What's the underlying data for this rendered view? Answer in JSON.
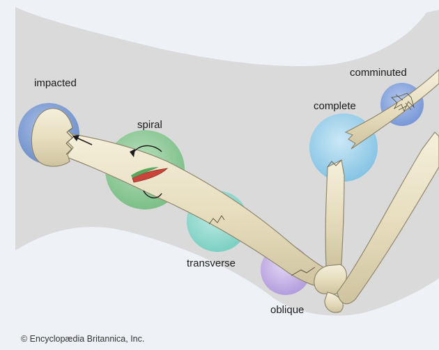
{
  "labels": {
    "impacted": "impacted",
    "spiral": "spiral",
    "transverse": "transverse",
    "oblique": "oblique",
    "complete": "complete",
    "comminuted": "comminuted"
  },
  "credit": "© Encyclopædia Britannica, Inc.",
  "colors": {
    "background": "#eef1f6",
    "arm_silhouette": "#dadada",
    "impacted_circle": "#7f9fd4",
    "spiral_circle": "#8cc996",
    "transverse_circle": "#8fd7cd",
    "oblique_circle": "#c3b1e3",
    "complete_circle": "#9fd2ea",
    "comminuted_circle": "#88a6dd",
    "bone_fill": "#e9e1c6",
    "bone_outline": "#8f866d",
    "fracture_red": "#c9453b",
    "fracture_green": "#5aa85e"
  }
}
